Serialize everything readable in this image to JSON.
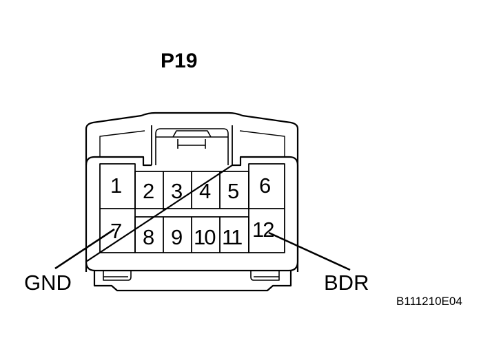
{
  "connector": {
    "id": "P19",
    "pins_top_row": [
      "1",
      "2",
      "3",
      "4",
      "5",
      "6"
    ],
    "pins_bottom_row": [
      "7",
      "8",
      "9",
      "10",
      "11",
      "12"
    ]
  },
  "callouts": [
    {
      "pin": "7",
      "label": "GND"
    },
    {
      "pin": "12",
      "label": "BDR"
    }
  ],
  "figure_code": "B111210E04",
  "colors": {
    "line": "#000000",
    "background": "#ffffff"
  }
}
